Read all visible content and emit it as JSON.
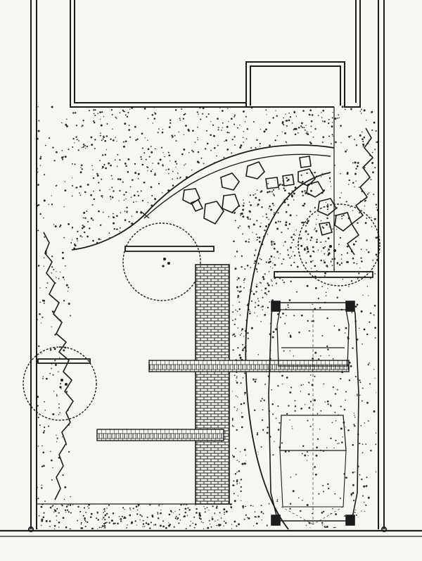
{
  "drawing": {
    "subject": "garden-site-plan",
    "style": "hand-drawn pen sketch",
    "colors": {
      "paper": "#f7f6f2",
      "ink": "#1c1c1c",
      "stipple": "#2a2a2a"
    }
  },
  "features": {
    "boundary_walls": 2,
    "trees": 3,
    "benches": 3,
    "stepping_stones": 14,
    "brick_paths": 3,
    "hedges": 2,
    "car": 1
  }
}
